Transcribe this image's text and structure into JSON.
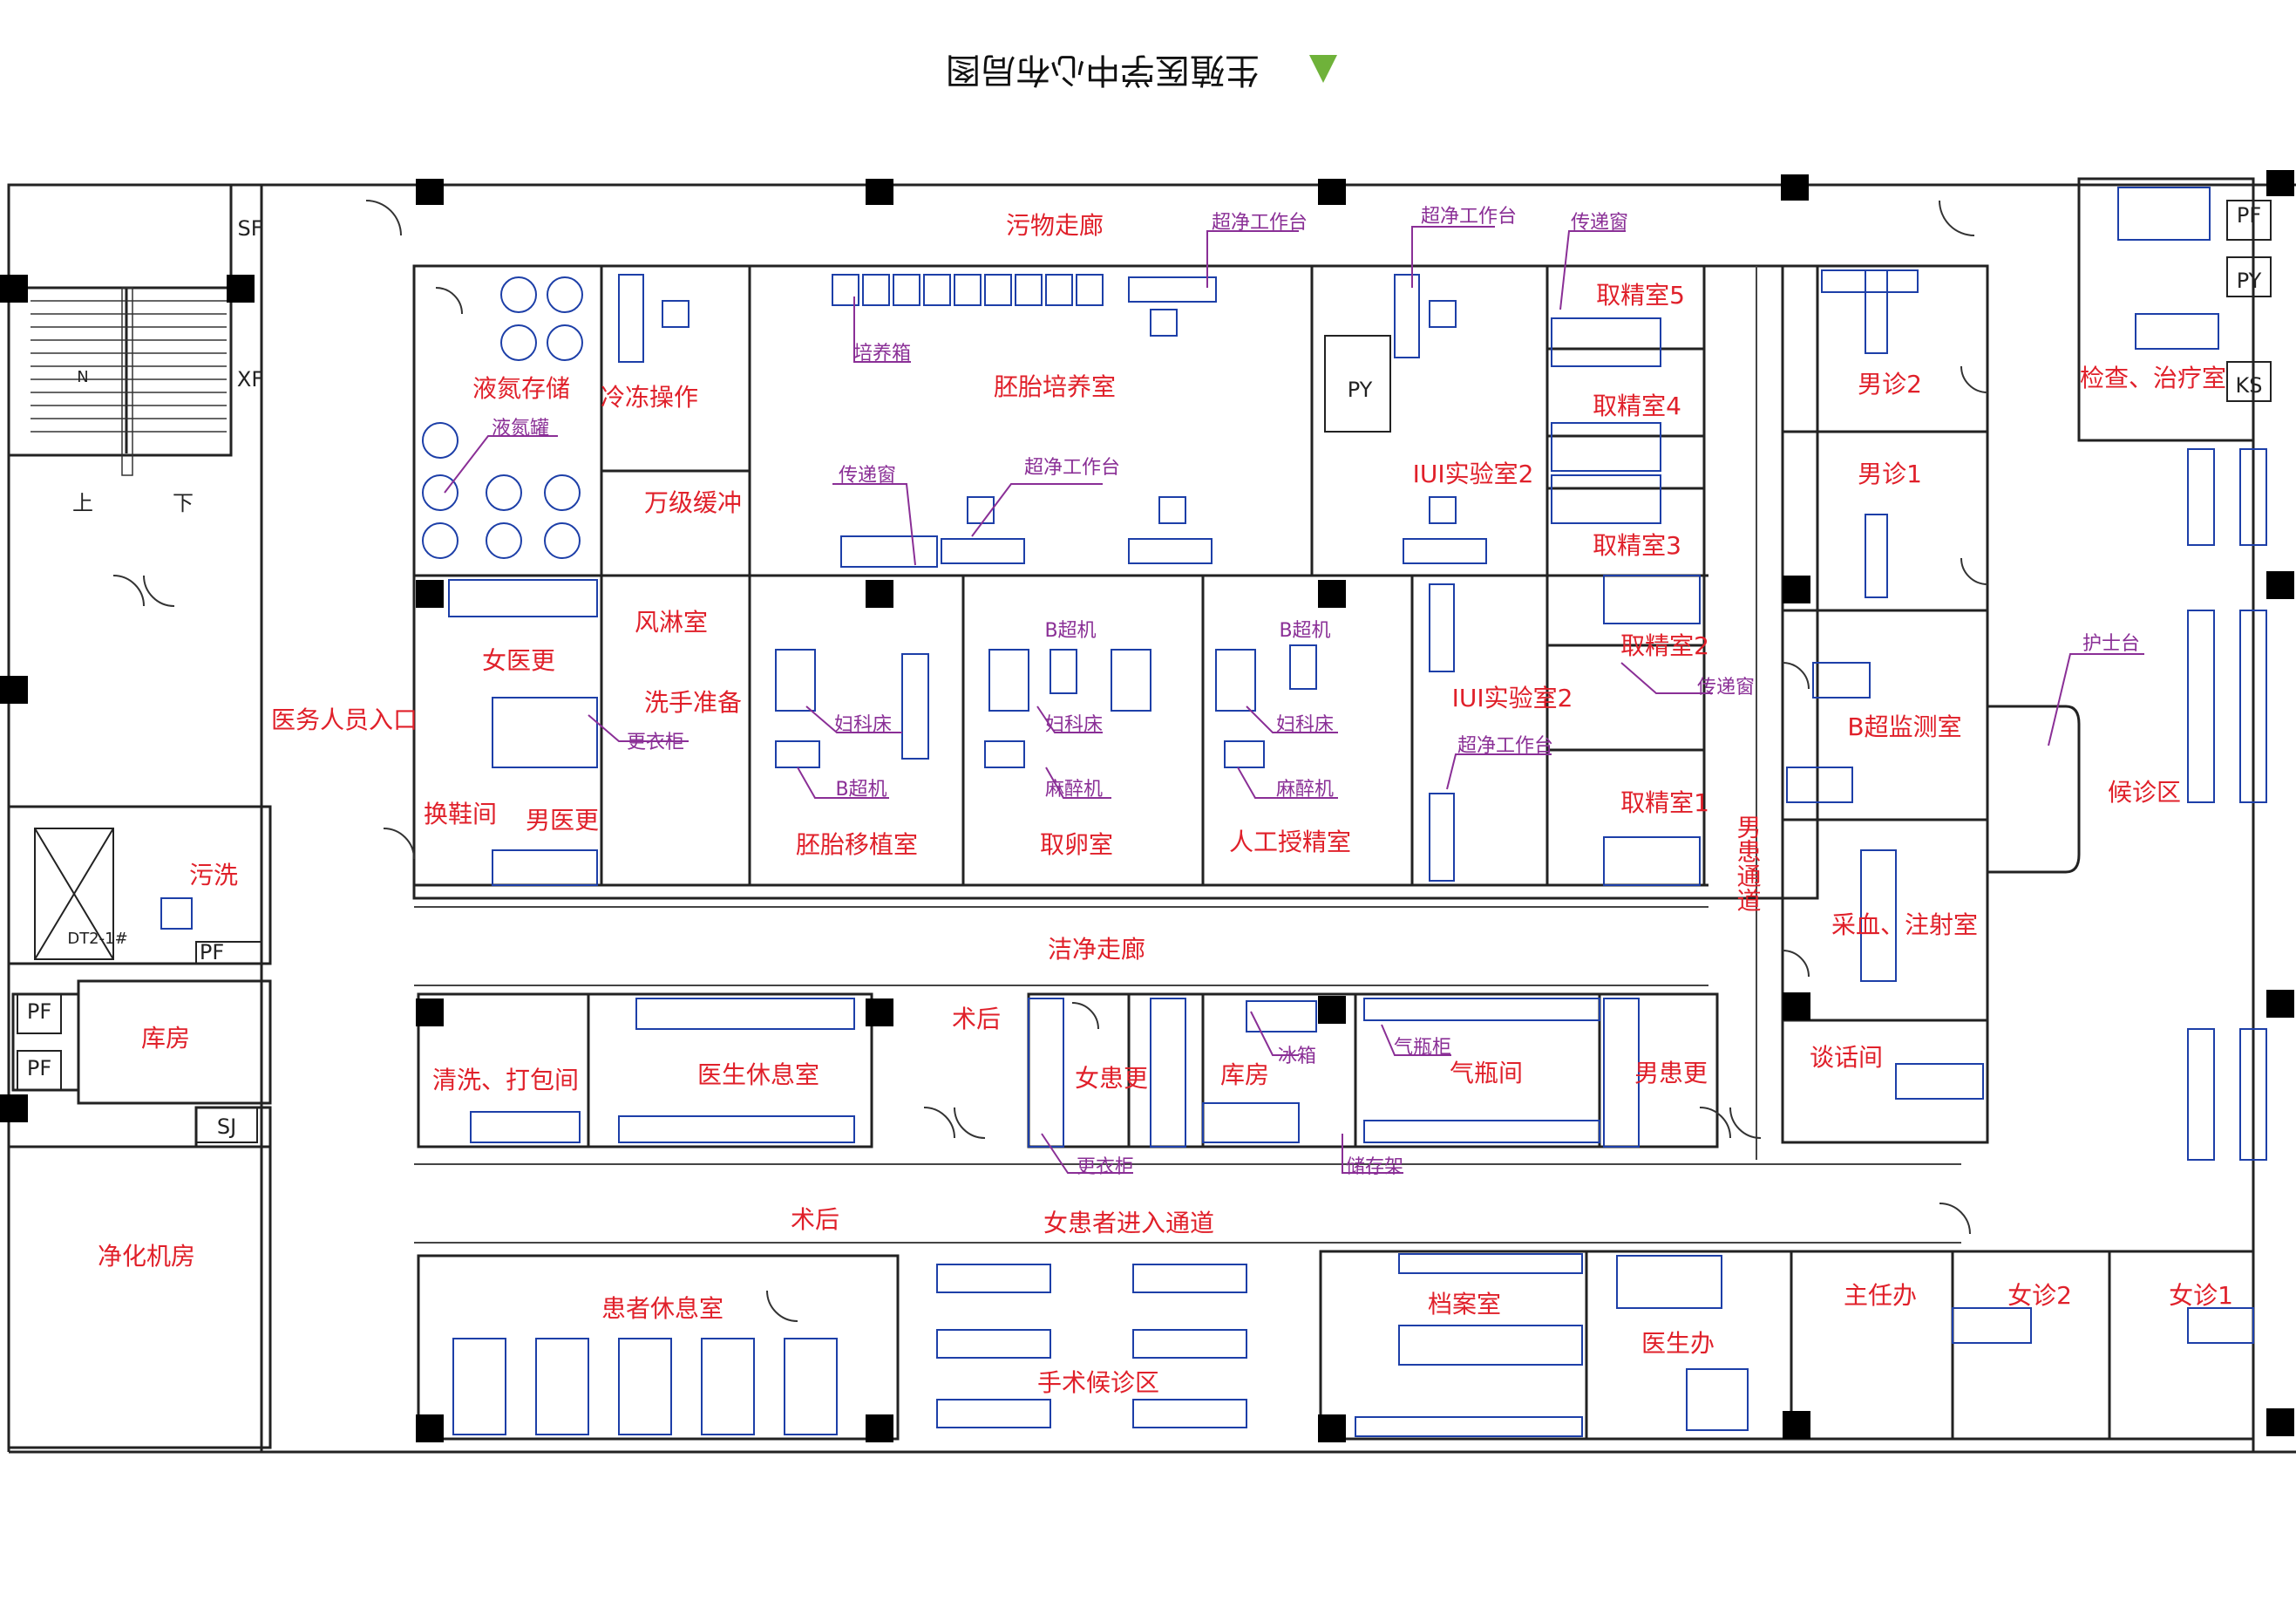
{
  "title": "生殖医学中心布局图",
  "colors": {
    "wall": "#222222",
    "room_label": "#e0202a",
    "equip_label": "#8a2f96",
    "equipment": "#1d3fa8",
    "marker": "#6fb23a",
    "column": "#000000"
  },
  "rooms": {
    "dirty_corridor": "污物走廊",
    "ln_storage": "液氮存储",
    "freeze_op": "冷冻操作",
    "embryo_culture": "胚胎培养室",
    "iui_lab_top": "IUI实验室2",
    "sperm5": "取精室5",
    "sperm4": "取精室4",
    "sperm3": "取精室3",
    "male2": "男诊2",
    "male1": "男诊1",
    "exam": "检查、治疗室",
    "buffer": "万级缓冲",
    "air_shower": "风淋室",
    "female_staff": "女医更",
    "hand_wash": "洗手准备",
    "shoe_change": "换鞋间",
    "male_staff": "男医更",
    "staff_entrance": "医务人员入口",
    "embryo_transfer": "胚胎移植室",
    "egg_retrieval": "取卵室",
    "insemination": "人工授精室",
    "iui_lab_mid": "IUI实验室2",
    "sperm2": "取精室2",
    "sperm1": "取精室1",
    "b_ultrasound": "B超监测室",
    "waiting": "候诊区",
    "blood_injection": "采血、注射室",
    "male_passage": "男患通道",
    "sluice": "污洗",
    "clean_corridor": "洁净走廊",
    "post_op_1": "术后",
    "warehouse_left": "库房",
    "cleaning": "清洗、打包间",
    "doctor_rest": "医生休息室",
    "female_patient_change": "女患更",
    "warehouse_mid": "库房",
    "gas_room": "气瓶间",
    "male_patient_change": "男患更",
    "talk_room": "谈话间",
    "purification": "净化机房",
    "post_op_2": "术后",
    "female_entrance": "女患者进入通道",
    "patient_rest": "患者休息室",
    "surgery_waiting": "手术候诊区",
    "archive": "档案室",
    "doctor_office": "医生办",
    "director": "主任办",
    "female2": "女诊2",
    "female1": "女诊1"
  },
  "equipment_labels": {
    "ln_tank": "液氮罐",
    "incubator": "培养箱",
    "clean_bench_1": "超净工作台",
    "clean_bench_2": "超净工作台",
    "clean_bench_3": "超净工作台",
    "clean_bench_4": "超净工作台",
    "pass_window_1": "传递窗",
    "pass_window_2": "传递窗",
    "pass_window_3": "传递窗",
    "b_mode_1": "B超机",
    "b_mode_2": "B超机",
    "b_mode_3": "B超机",
    "gyn_bed_1": "妇科床",
    "gyn_bed_2": "妇科床",
    "gyn_bed_3": "妇科床",
    "anesthesia_1": "麻醉机",
    "anesthesia_2": "麻醉机",
    "locker_1": "更衣柜",
    "locker_2": "更衣柜",
    "nurse_station": "护士台",
    "fridge": "冰箱",
    "gas_cabinet": "气瓶柜",
    "storage_rack": "储存架"
  },
  "shafts": {
    "sf": "SF",
    "xf": "XF",
    "pf_1": "PF",
    "pf_2": "PF",
    "pf_3": "PF",
    "pf_4": "PF",
    "py_1": "PY",
    "py_2": "PY",
    "ks": "KS",
    "sj": "SJ",
    "elevator": "DT2-1#"
  },
  "stairs": {
    "up": "上",
    "down": "下",
    "north": "N"
  }
}
